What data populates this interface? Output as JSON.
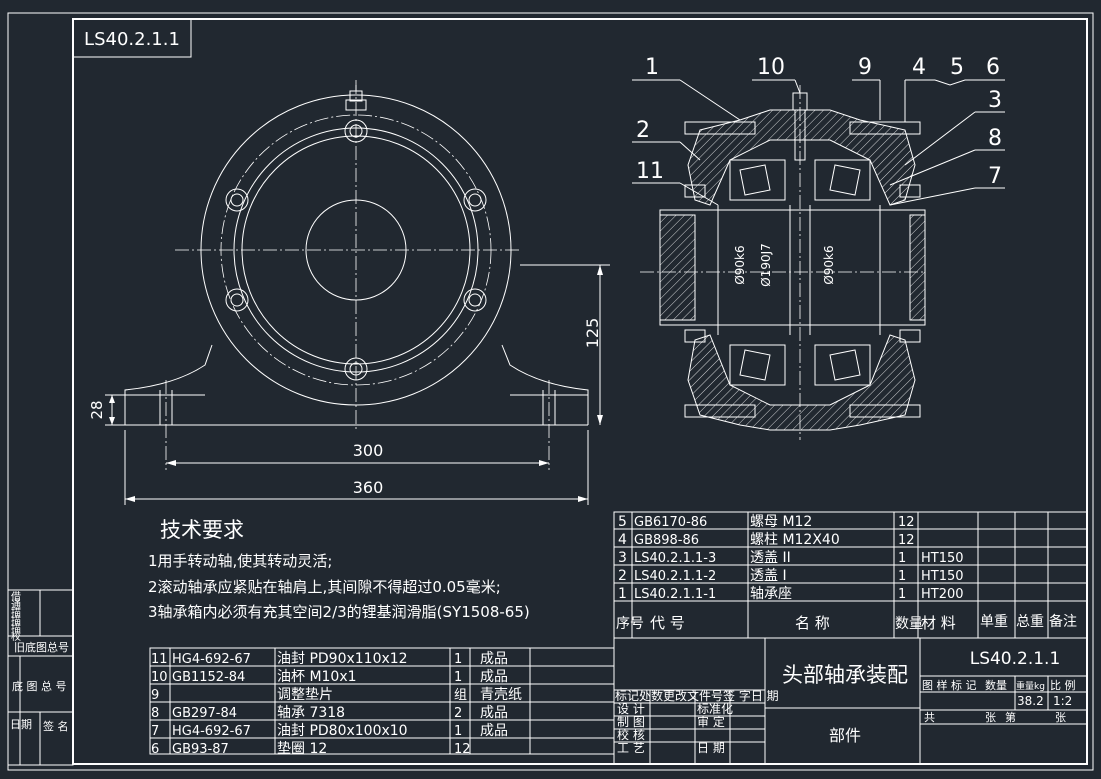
{
  "drawing_no": "LS40.2.1.1",
  "assembly_title": "头部轴承装配",
  "unit_label": "部件",
  "dimensions": {
    "d300": "300",
    "d360": "360",
    "d125": "125",
    "d28": "28",
    "shaft_d_left": "Ø90k6",
    "bore_d": "Ø190J7",
    "shaft_d_right": "Ø90k6"
  },
  "balloons": [
    "1",
    "10",
    "9",
    "4",
    "5",
    "6",
    "2",
    "3",
    "8",
    "11",
    "7"
  ],
  "tech_req": {
    "title": "技术要求",
    "items": [
      "1用手转动轴,使其转动灵活;",
      "2滚动轴承应紧贴在轴肩上,其间隙不得超过0.05毫米;",
      "3轴承箱内必须有充其空间2/3的锂基润滑脂(SY1508-65)"
    ]
  },
  "bom_right": [
    {
      "no": "5",
      "code": "GB6170-86",
      "name": "螺母 M12",
      "qty": "12",
      "mat": ""
    },
    {
      "no": "4",
      "code": "GB898-86",
      "name": "螺柱 M12X40",
      "qty": "12",
      "mat": ""
    },
    {
      "no": "3",
      "code": "LS40.2.1.1-3",
      "name": "透盖 II",
      "qty": "1",
      "mat": "HT150"
    },
    {
      "no": "2",
      "code": "LS40.2.1.1-2",
      "name": "透盖 I",
      "qty": "1",
      "mat": "HT150"
    },
    {
      "no": "1",
      "code": "LS40.2.1.1-1",
      "name": "轴承座",
      "qty": "1",
      "mat": "HT200"
    }
  ],
  "bom_header": {
    "no": "序号",
    "code": "代 号",
    "name": "名 称",
    "qty": "数量",
    "mat": "材 料",
    "unit_w": "单重",
    "total_w": "总重",
    "remark": "备注"
  },
  "bom_left": [
    {
      "no": "11",
      "code": "HG4-692-67",
      "name": "油封 PD90x110x12",
      "qty": "1",
      "mat": "成品"
    },
    {
      "no": "10",
      "code": "GB1152-84",
      "name": "油杯 M10x1",
      "qty": "1",
      "mat": "成品"
    },
    {
      "no": "9",
      "code": "",
      "name": "调整垫片",
      "qty": "组",
      "mat": "青壳纸"
    },
    {
      "no": "8",
      "code": "GB297-84",
      "name": "轴承 7318",
      "qty": "2",
      "mat": "成品"
    },
    {
      "no": "7",
      "code": "HG4-692-67",
      "name": "油封 PD80x100x10",
      "qty": "1",
      "mat": "成品"
    },
    {
      "no": "6",
      "code": "GB93-87",
      "name": "垫圈 12",
      "qty": "12",
      "mat": ""
    }
  ],
  "title_block": {
    "rev_row": "标记处数更改文件号签 字日 期",
    "design": "设 计",
    "std": "标准化",
    "draw": "制 图",
    "review": "审 定",
    "check": "校 核",
    "process": "工 艺",
    "date": "日 期",
    "stage_marks": "图 样 标 记",
    "weight_label": "数量",
    "mass_label": "重量kg",
    "scale_label": "比 例",
    "mass": "38.2",
    "scale": "1:2",
    "sheets_total": "共",
    "sheets_unit": "张",
    "sheet_no": "第",
    "sheet_unit2": "张"
  },
  "left_strip": {
    "labels": [
      "借",
      "通",
      "描",
      "描",
      "描",
      "校"
    ],
    "old_no": "旧底图总号",
    "base_no": "底 图 总 号",
    "date_label": "日期",
    "sign_label": "签 名"
  },
  "hatch_dir": "45deg"
}
